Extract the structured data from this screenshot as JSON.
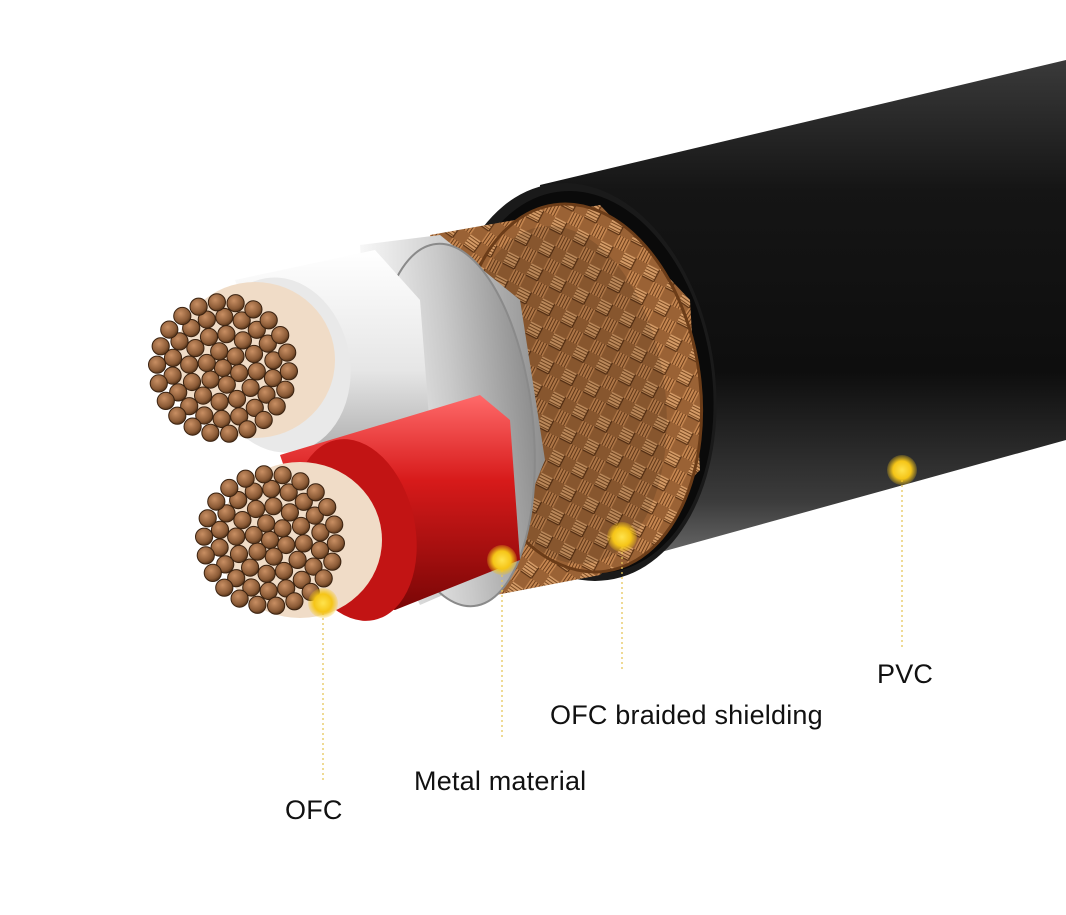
{
  "callouts": {
    "ofc": "OFC",
    "metal": "Metal material",
    "braid": "OFC braided shielding",
    "pvc": "PVC"
  },
  "colors": {
    "jacket": "#1c1c1c",
    "braid": "#b07a45",
    "foil": "#d9d9d9",
    "core_red": "#d21a1a",
    "core_white": "#f2f2f2",
    "strand": "#8a5f3c",
    "marker": "#f5c518"
  }
}
